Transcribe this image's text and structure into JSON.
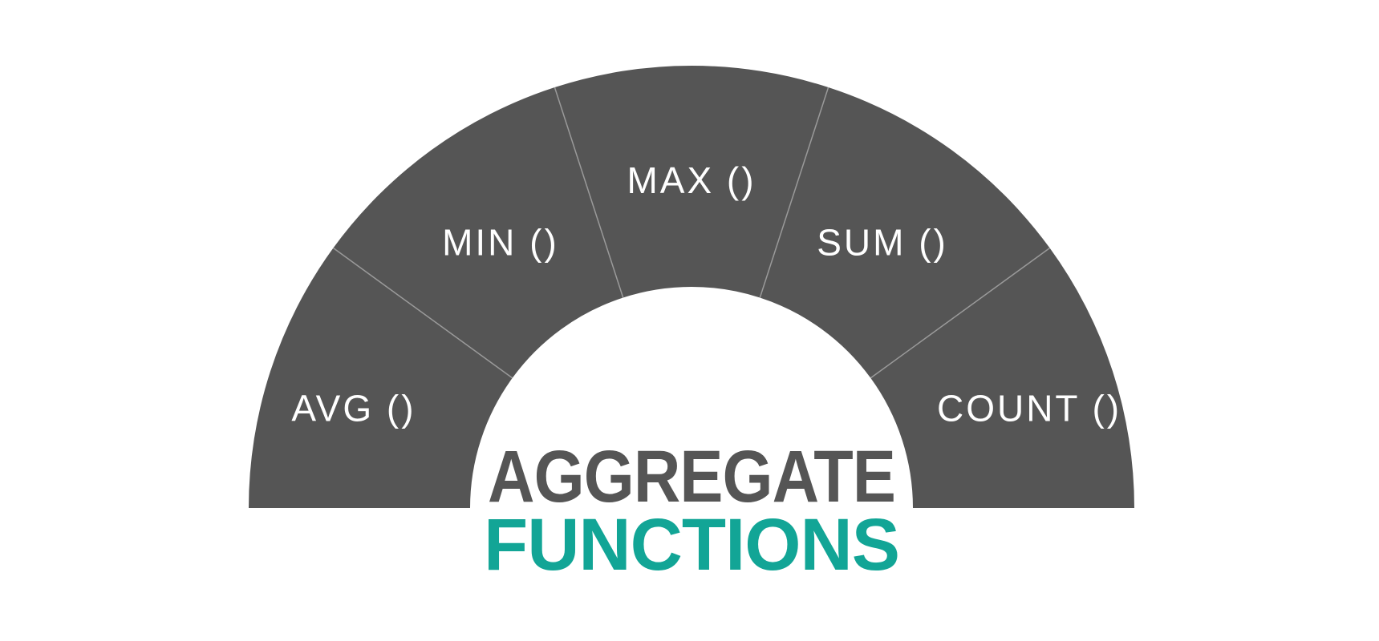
{
  "diagram": {
    "segments": [
      {
        "label": "AVG ()"
      },
      {
        "label": "MIN ()"
      },
      {
        "label": "MAX ()"
      },
      {
        "label": "SUM ()"
      },
      {
        "label": "COUNT ()"
      }
    ],
    "title": {
      "line1": "AGGREGATE",
      "line2": "FUNCTIONS"
    }
  },
  "colors": {
    "background": "#ffffff",
    "segment_fill": "#555555",
    "segment_divider": "#9a9a9a",
    "segment_text": "#ffffff",
    "title_line1": "#555555",
    "title_line2": "#12a596"
  }
}
